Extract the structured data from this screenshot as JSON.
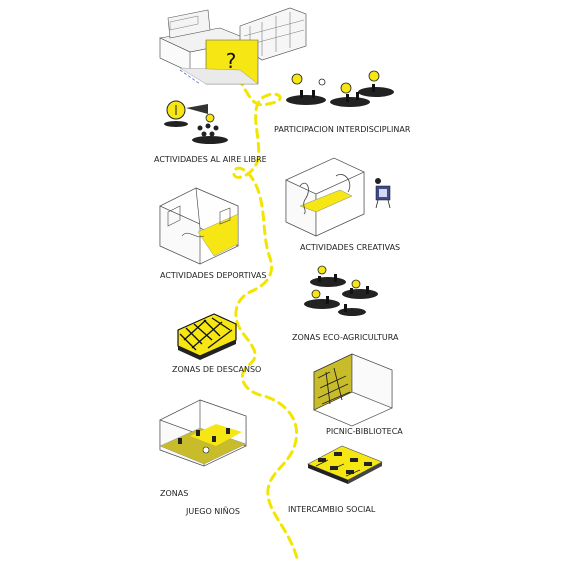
{
  "header": {
    "question_mark": "?"
  },
  "labels": {
    "participacion": "PARTICIPACION INTERDISCIPLINAR",
    "aire_libre": "ACTIVIDADES AL AIRE LIBRE",
    "creativas": "ACTIVIDADES CREATIVAS",
    "deportivas": "ACTIVIDADES DEPORTIVAS",
    "eco_agricultura": "ZONAS ECO-AGRICULTURA",
    "descanso": "ZONAS DE DESCANSO",
    "picnic": "PICNIC-BIBLIOTECA",
    "zonas": "ZONAS",
    "juego_ninos": "JUEGO NIÑOS",
    "intercambio": "INTERCAMBIO SOCIAL"
  },
  "colors": {
    "accent_yellow": "#f5e614",
    "dash_yellow": "#f2e600",
    "dark_yellow": "#c9bc2a",
    "line": "#333333"
  },
  "icons": [
    "building-icon",
    "participation-people-icon",
    "outdoor-people-icon",
    "creative-room-icon",
    "easel-icon",
    "sports-room-icon",
    "eco-agriculture-icon",
    "rest-zone-icon",
    "picnic-library-icon",
    "kids-play-icon",
    "social-exchange-icon"
  ]
}
